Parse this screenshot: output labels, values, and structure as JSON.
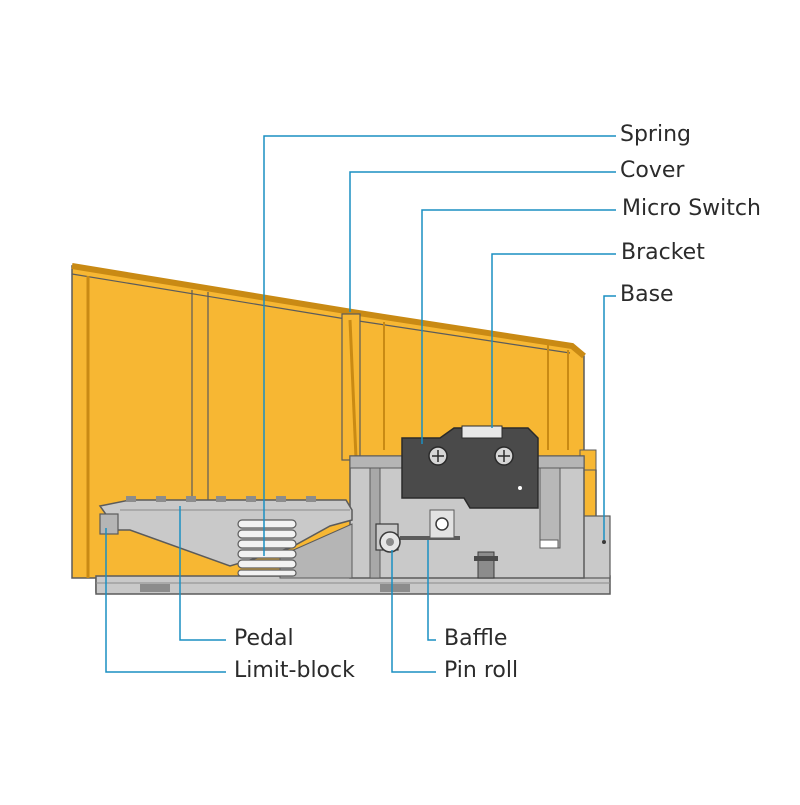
{
  "colors": {
    "housing": "#f7b733",
    "housing_dark": "#c98a14",
    "steel": "#c9c9c9",
    "steel_dark": "#8c8c8c",
    "switch": "#4a4a4a",
    "leader": "#1a8fc2",
    "outline": "#5b5b5b"
  },
  "labels": {
    "spring": "Spring",
    "cover": "Cover",
    "micro_switch": "Micro Switch",
    "bracket": "Bracket",
    "base": "Base",
    "pedal": "Pedal",
    "limit_block": "Limit-block",
    "baffle": "Baffle",
    "pin_roll": "Pin roll"
  }
}
